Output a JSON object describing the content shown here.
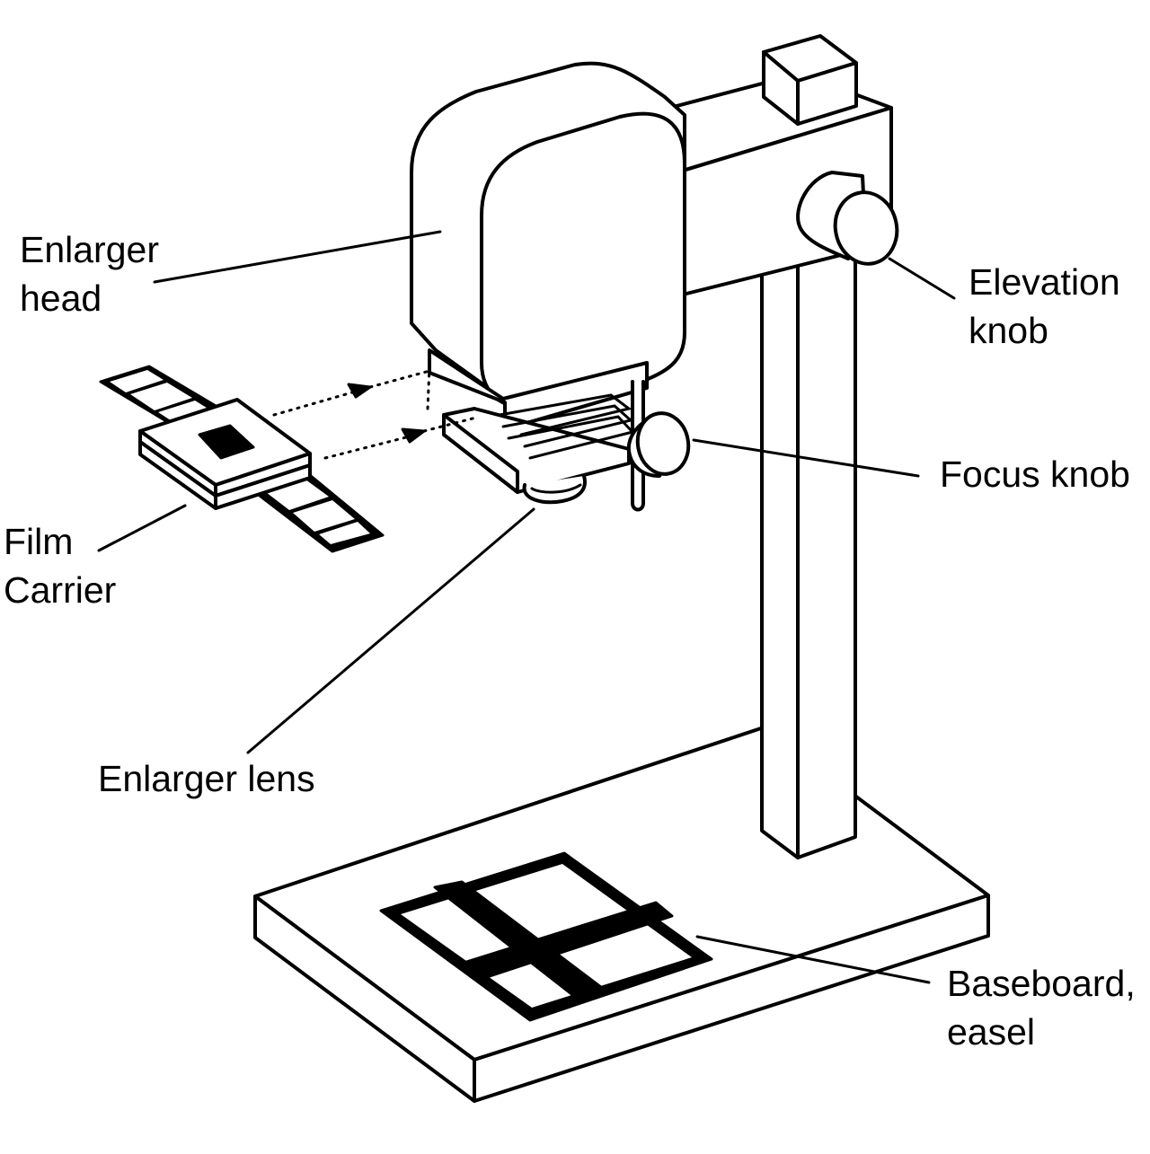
{
  "labels": {
    "enlarger_head": [
      "Enlarger",
      "head"
    ],
    "film_carrier": [
      "Film",
      "Carrier"
    ],
    "elevation_knob": [
      "Elevation",
      "knob"
    ],
    "focus_knob": "Focus knob",
    "enlarger_lens": "Enlarger lens",
    "baseboard": [
      "Baseboard,",
      "easel"
    ]
  },
  "colors": {
    "ink": "#000000",
    "paper": "#ffffff"
  }
}
